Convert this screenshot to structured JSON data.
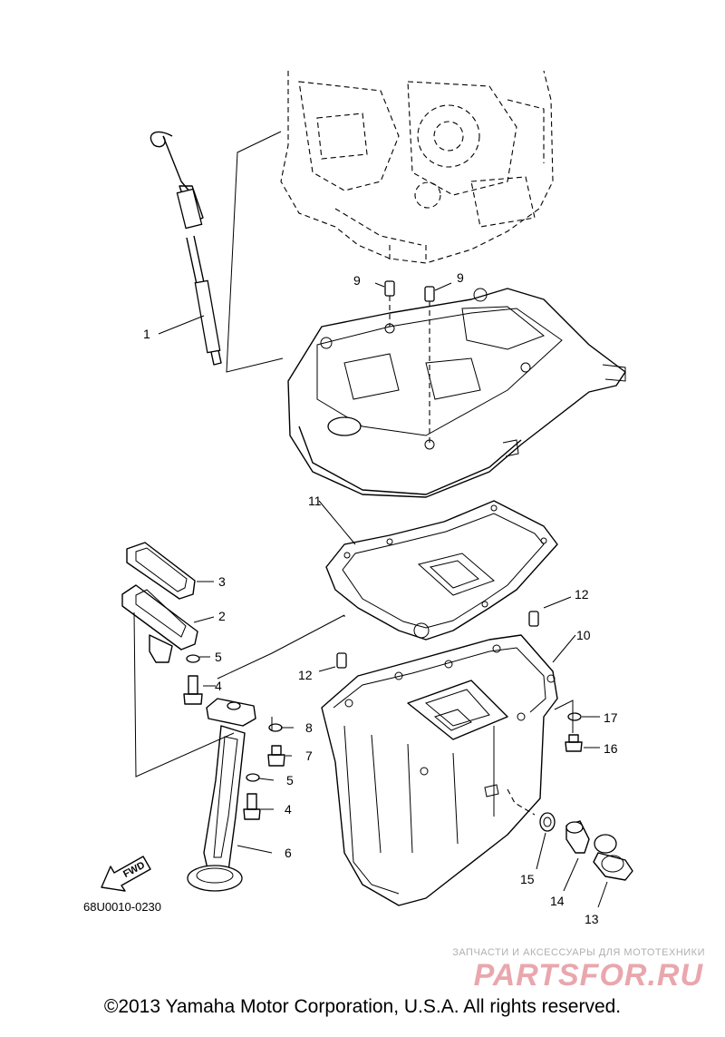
{
  "diagram": {
    "diagram_code": "68U0010-0230",
    "fwd_label": "FWD",
    "callouts": {
      "c1": "1",
      "c2": "2",
      "c3": "3",
      "c4a": "4",
      "c4b": "4",
      "c5a": "5",
      "c5b": "5",
      "c6": "6",
      "c7": "7",
      "c8": "8",
      "c9a": "9",
      "c9b": "9",
      "c10": "10",
      "c11": "11",
      "c12a": "12",
      "c12b": "12",
      "c13": "13",
      "c14": "14",
      "c15": "15",
      "c16": "16",
      "c17": "17"
    }
  },
  "watermark": {
    "subtitle": "ЗАПЧАСТИ И АКСЕССУАРЫ ДЛЯ МОТОТЕХНИКИ",
    "brand": "PARTSFOR.RU",
    "brand_color": "#e9a7ad"
  },
  "footer": {
    "copyright": "©2013 Yamaha Motor Corporation, U.S.A. All rights reserved."
  }
}
